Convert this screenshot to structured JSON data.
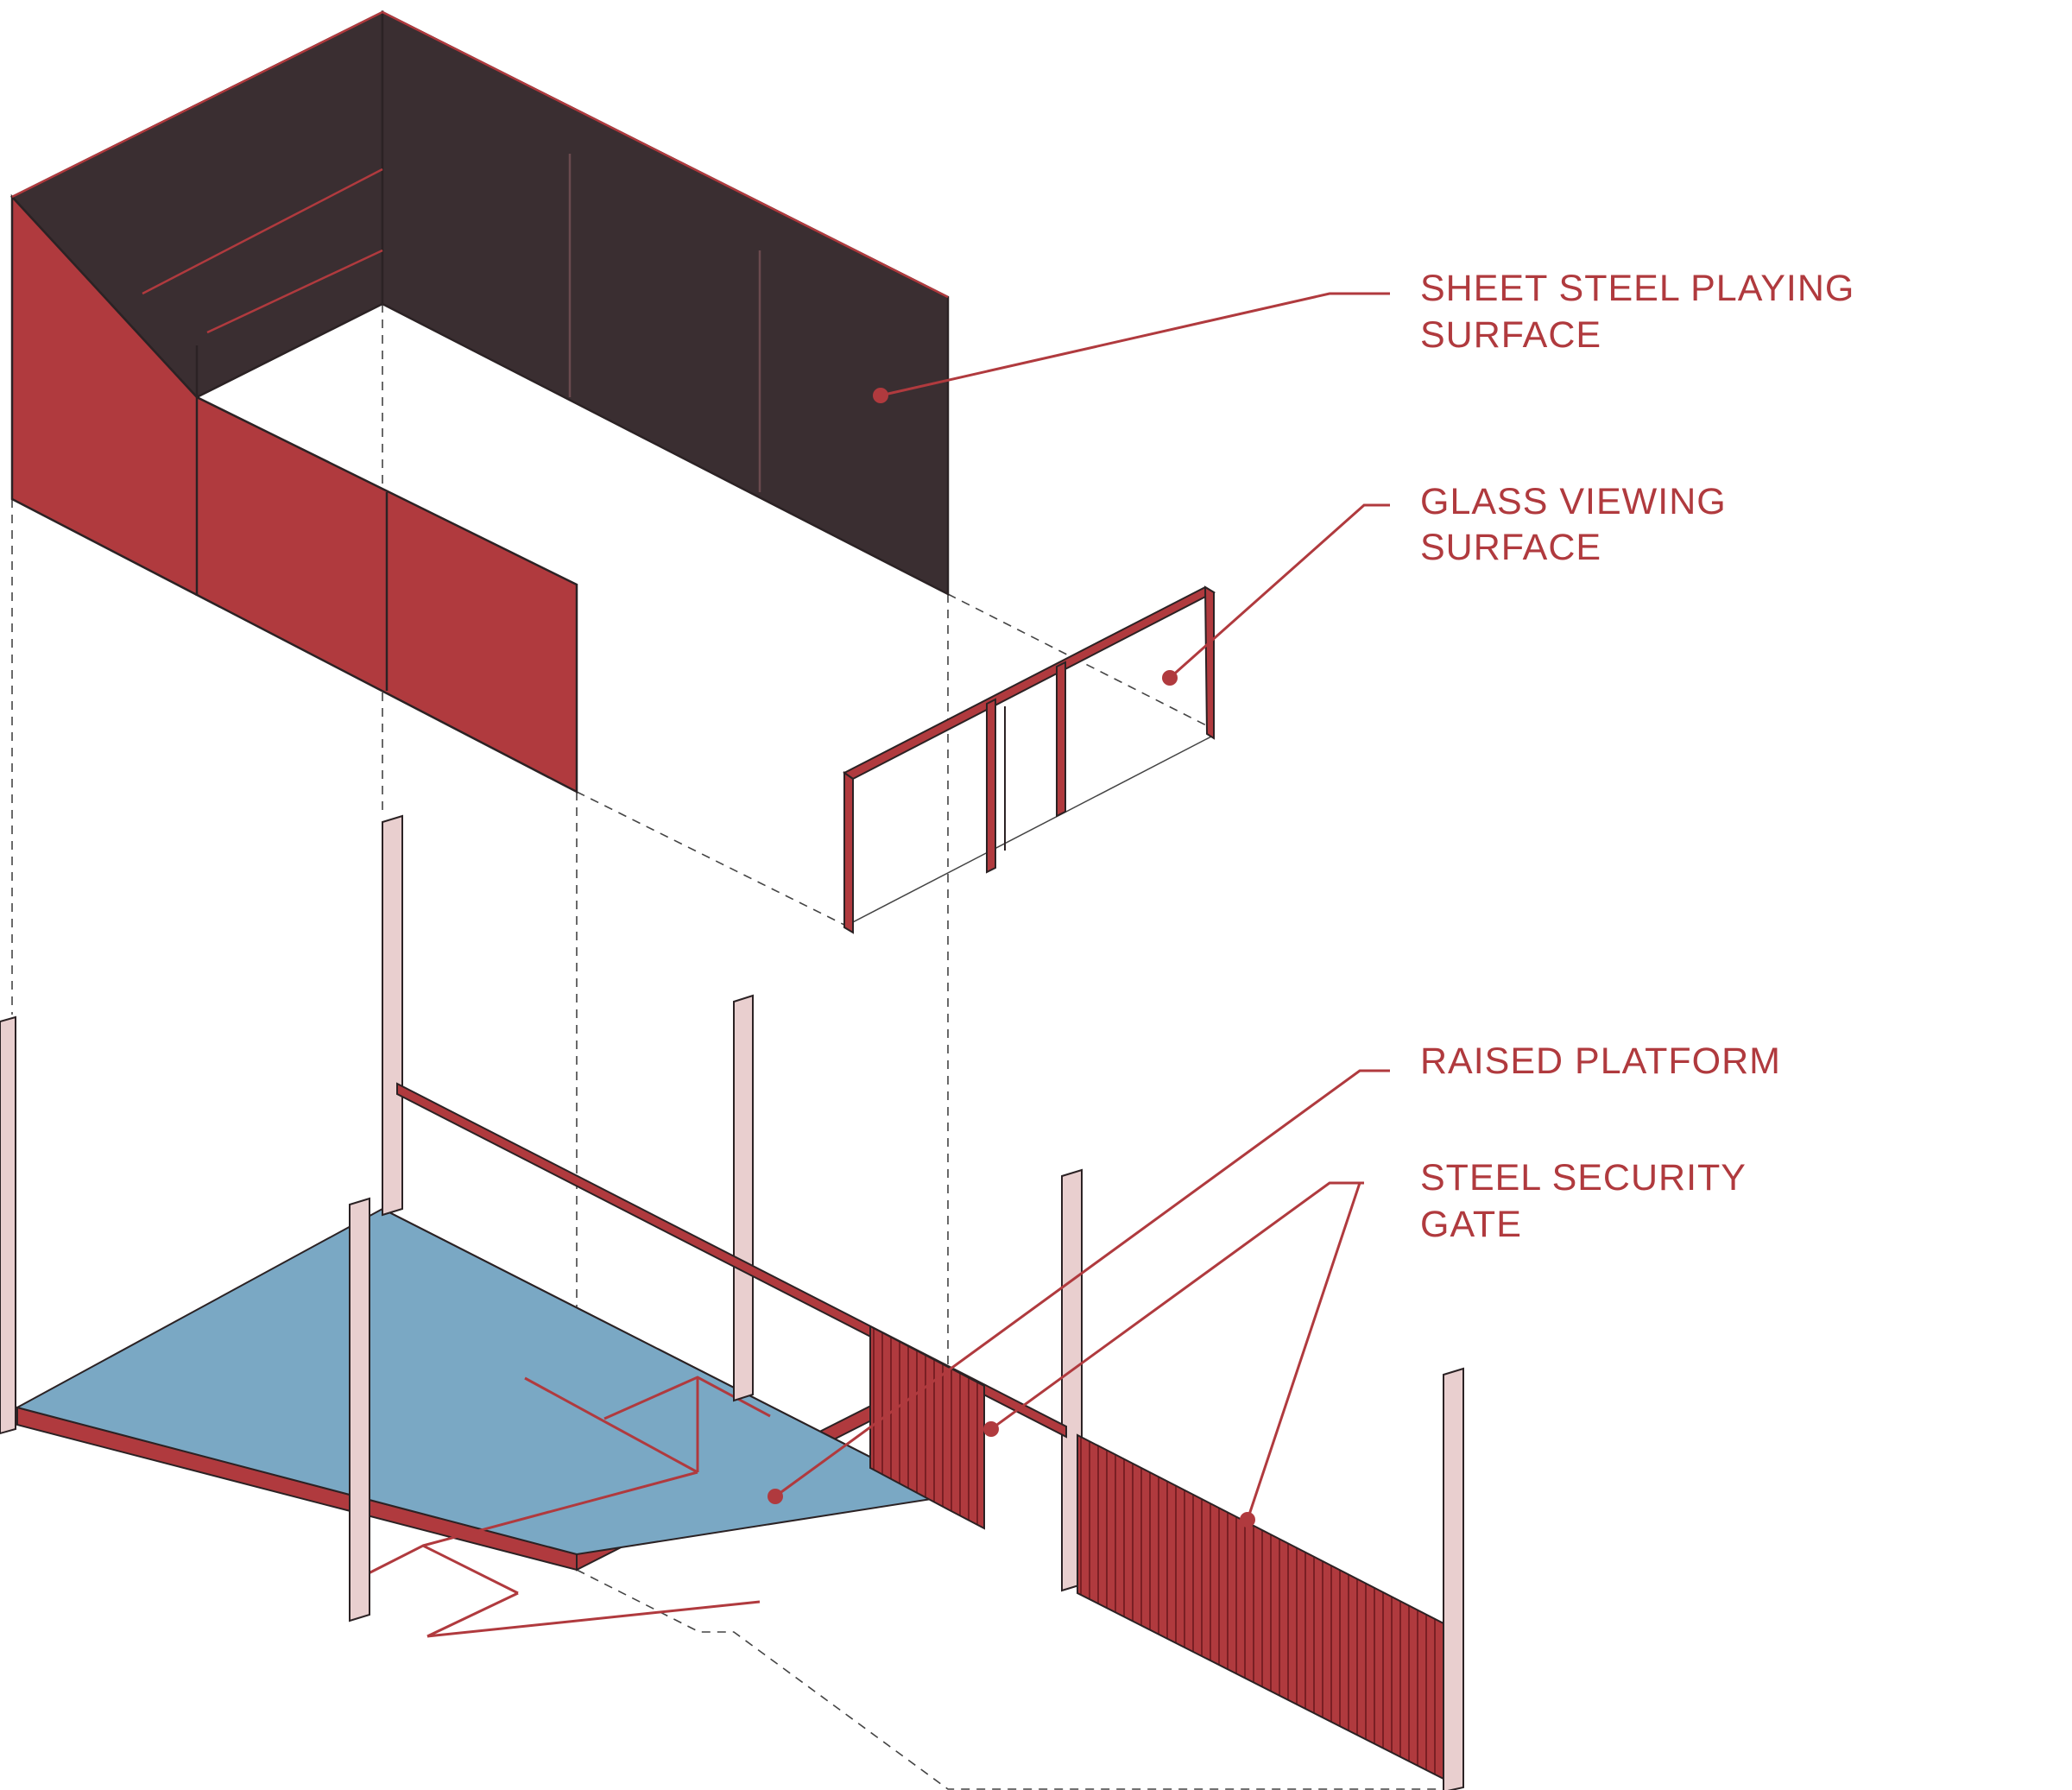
{
  "colors": {
    "accent_red": "#b03a3e",
    "dark_wall": "#3a2e31",
    "platform_blue": "#7aa8c4",
    "post_pink": "#e9cfcf",
    "outline": "#2b2224",
    "guide_line": "#444444",
    "background": "#ffffff"
  },
  "labels": {
    "sheet_steel": [
      "SHEET STEEL PLAYING",
      "SURFACE"
    ],
    "glass_viewing": [
      "GLASS VIEWING",
      "SURFACE"
    ],
    "raised_platform": [
      "RAISED PLATFORM"
    ],
    "security_gate": [
      "STEEL SECURITY",
      "GATE"
    ]
  },
  "icons": {
    "leader_dot": "filled-circle"
  }
}
